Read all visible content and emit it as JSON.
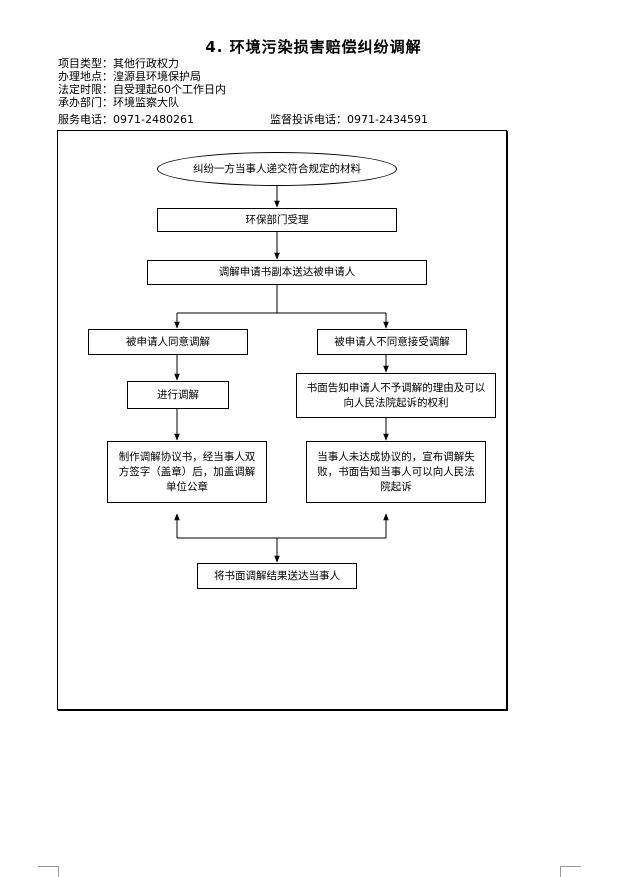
{
  "title": "4.  环境污染损害赔偿纠纷调解",
  "info": {
    "type": "项目类型：其他行政权力",
    "location": "办理地点：湟源县环境保护局",
    "deadline": "法定时限：自受理起60个工作日内",
    "department": "承办部门：环境监察大队",
    "service_phone": "服务电话：0971-2480261",
    "complaint_phone": "监督投诉电话：0971-2434591"
  },
  "flow": {
    "start": "纠纷一方当事人递交符合规定的材料",
    "accept": "环保部门受理",
    "deliver_copy": "调解申请书副本送达被申请人",
    "agree": "被申请人同意调解",
    "disagree": "被申请人不同意接受调解",
    "mediate": "进行调解",
    "notify_reason": "书面告知申请人不予调解的理由及可以向人民法院起诉的权利",
    "agreement": "制作调解协议书，经当事人双方签字（盖章）后，加盖调解单位公章",
    "failed": "当事人未达成协议的，宣布调解失败，书面告知当事人可以向人民法院起诉",
    "final": "将书面调解结果送达当事人"
  }
}
